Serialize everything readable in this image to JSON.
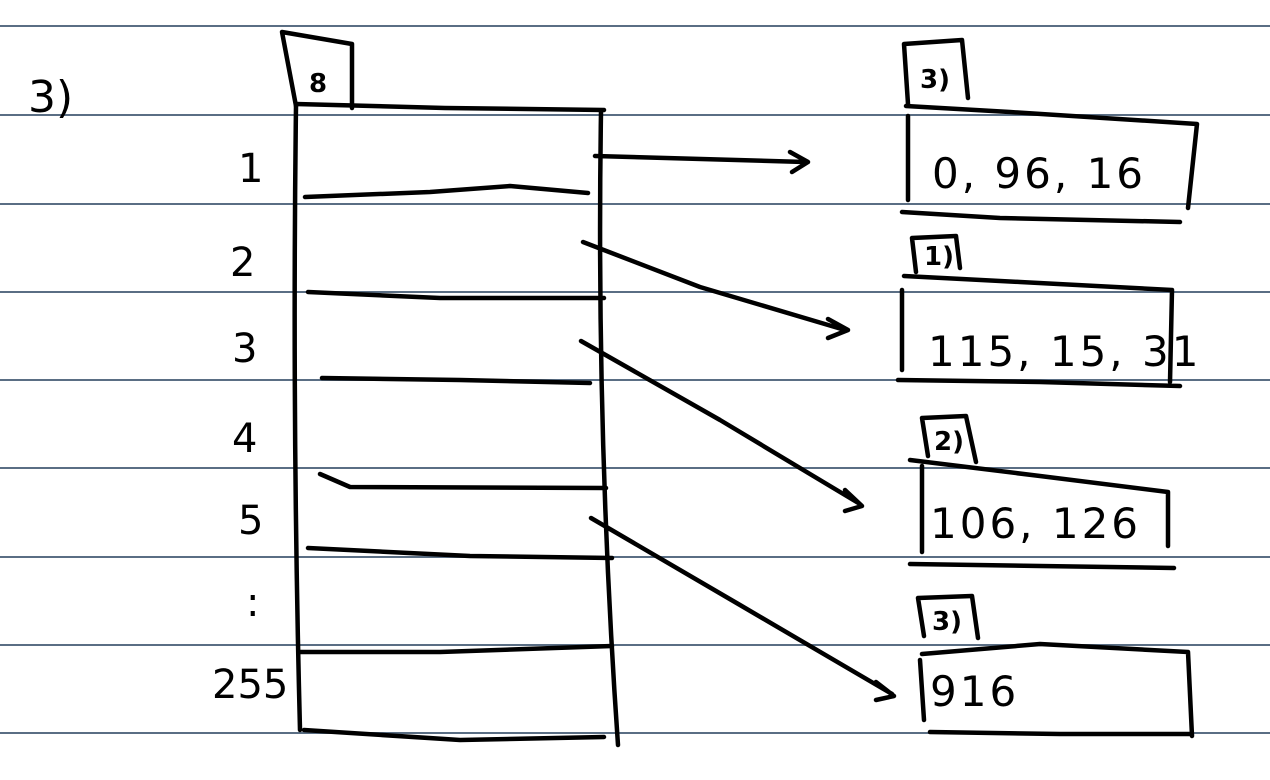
{
  "problem_label": "3)",
  "table": {
    "capacity_tag": "8",
    "row_labels": [
      "1",
      "2",
      "3",
      "4",
      "5",
      ":",
      "255"
    ]
  },
  "buckets": [
    {
      "count": "3)",
      "values": "0, 96, 16"
    },
    {
      "count": "1)",
      "values": "115, 15, 31"
    },
    {
      "count": "2)",
      "values": "106, 126"
    },
    {
      "count": "3)",
      "values": "916"
    }
  ]
}
